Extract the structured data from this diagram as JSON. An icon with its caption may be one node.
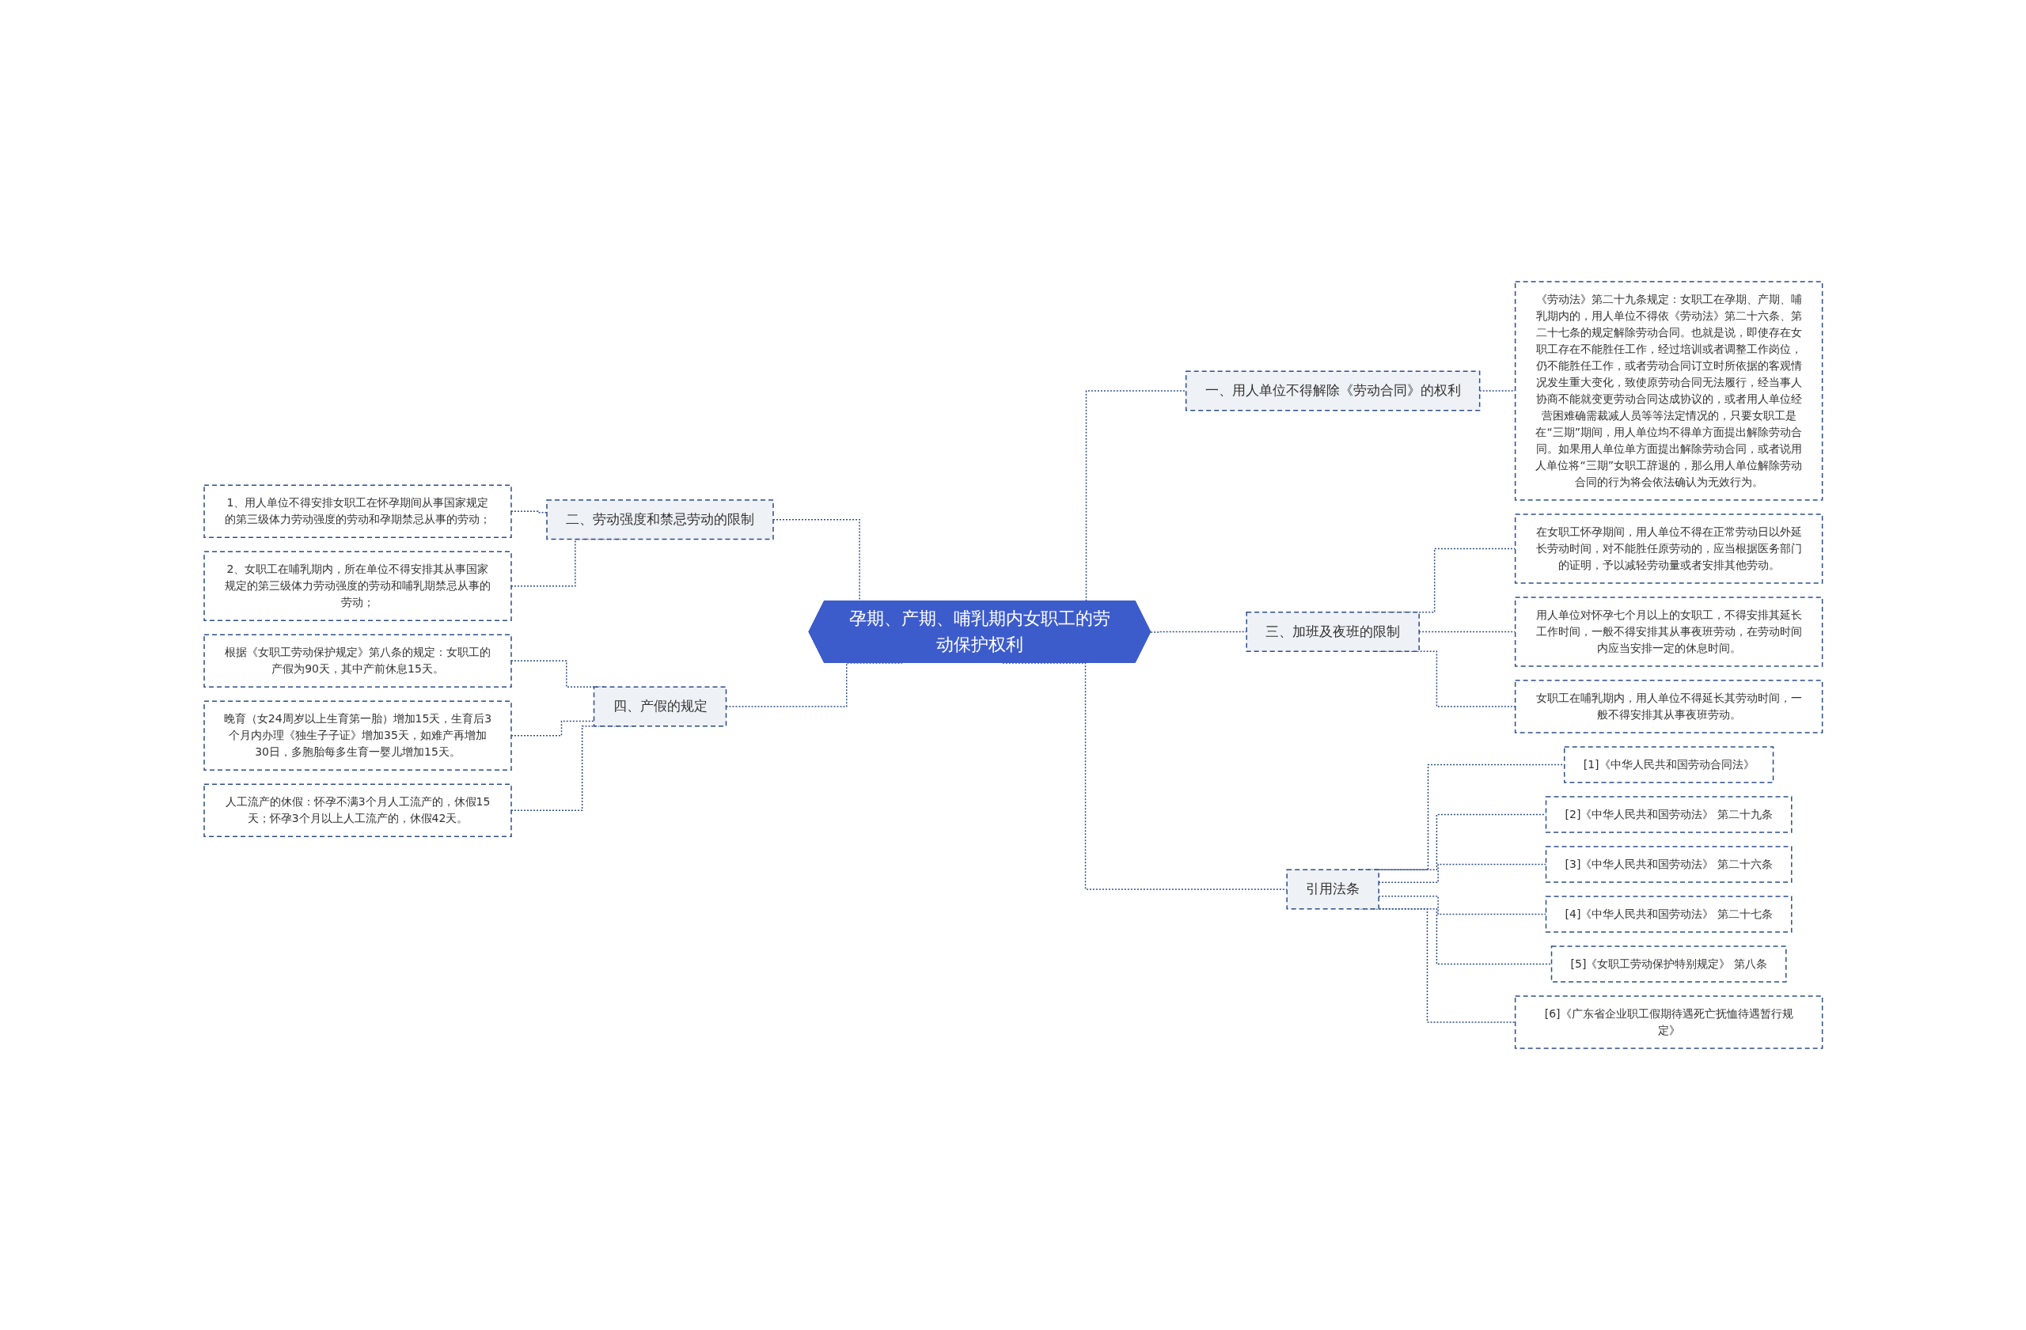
{
  "diagram": {
    "nodes": [
      {
        "text": [
          "孕期、产期、哺乳期内女职工的劳动保护权利"
        ]
      },
      {
        "text": [
          "一、用人单位不得解除《劳动合同》的权利"
        ]
      },
      {
        "text": [
          "《劳动法》第二十九条规定：女职工在孕期、产期、哺乳期内的，用人单位不得依《劳动法》第二十六条、第二十七条的规定解除劳动合同。也就是说，即使存在女职工存在不能胜任工作，经过培训或者调整工作岗位，仍不能胜任工作，或者劳动合同订立时所依据的客观情况发生重大变化，致使原劳动合同无法履行，经当事人协商不能就变更劳动合同达成协议的，或者用人单位经营困难确需裁减人员等等法定情况的，只要女职工是在“三期”期间，用人单位均不得单方面提出解除劳动合同。如果用人单位单方面提出解除劳动合同，或者说用人单位将“三期”女职工辞退的，那么用人单位解除劳动合同的行为将会依法确认为无效行为。"
        ]
      },
      {
        "text": [
          "二、劳动强度和禁忌劳动的限制"
        ]
      },
      {
        "text": [
          "1、用人单位不得安排女职工在怀孕期间从事国家规定的第三级体力劳动强度的劳动和孕期禁忌从事的劳动；"
        ]
      },
      {
        "text": [
          "2、女职工在哺乳期内，所在单位不得安排其从事国家规定的第三级体力劳动强度的劳动和哺乳期禁忌从事的劳动；"
        ]
      },
      {
        "text": [
          "三、加班及夜班的限制"
        ]
      },
      {
        "text": [
          "在女职工怀孕期间，用人单位不得在正常劳动日以外延长劳动时间，对不能胜任原劳动的，应当根据医务部门的证明，予以减轻劳动量或者安排其他劳动。"
        ]
      },
      {
        "text": [
          "用人单位对怀孕七个月以上的女职工，不得安排其延长工作时间，一般不得安排其从事夜班劳动，在劳动时间内应当安排一定的休息时间。"
        ]
      },
      {
        "text": [
          "女职工在哺乳期内，用人单位不得延长其劳动时间，一般不得安排其从事夜班劳动。"
        ]
      },
      {
        "text": [
          "四、产假的规定"
        ]
      },
      {
        "text": [
          "根据《女职工劳动保护规定》第八条的规定：女职工的产假为90天，其中产前休息15天。"
        ]
      },
      {
        "text": [
          "晚育（女24周岁以上生育第一胎）增加15天，生育后3个月内办理《独生子子证》增加35天，如难产再增加30日，多胞胎每多生育一婴儿增加15天。"
        ]
      },
      {
        "text": [
          "人工流产的休假：怀孕不满3个月人工流产的，休假15天；怀孕3个月以上人工流产的，休假42天。"
        ]
      },
      {
        "text": [
          "引用法条"
        ]
      },
      {
        "text": [
          "[1]《中华人民共和国劳动合同法》"
        ]
      },
      {
        "text": [
          "[2]《中华人民共和国劳动法》 第二十九条"
        ]
      },
      {
        "text": [
          "[3]《中华人民共和国劳动法》 第二十六条"
        ]
      },
      {
        "text": [
          "[4]《中华人民共和国劳动法》 第二十七条"
        ]
      },
      {
        "text": [
          "[5]《女职工劳动保护特别规定》 第八条"
        ]
      },
      {
        "text": [
          "[6]《广东省企业职工假期待遇死亡抚恤待遇暂行规定》"
        ]
      }
    ],
    "edges": [
      {
        "from": 0,
        "to": 1,
        "arrow": "none",
        "style": "dashed"
      },
      {
        "from": 1,
        "to": 2,
        "arrow": "none",
        "style": "dashed"
      },
      {
        "from": 4,
        "to": 3,
        "arrow": "none",
        "style": "dashed"
      },
      {
        "from": 5,
        "to": 3,
        "arrow": "none",
        "style": "dashed"
      },
      {
        "from": 3,
        "to": 0,
        "arrow": "none",
        "style": "dashed"
      },
      {
        "from": 0,
        "to": 6,
        "arrow": "none",
        "style": "dashed"
      },
      {
        "from": 6,
        "to": 7,
        "arrow": "none",
        "style": "dashed"
      },
      {
        "from": 6,
        "to": 8,
        "arrow": "none",
        "style": "dashed"
      },
      {
        "from": 6,
        "to": 9,
        "arrow": "none",
        "style": "dashed"
      },
      {
        "from": 11,
        "to": 10,
        "arrow": "none",
        "style": "dashed"
      },
      {
        "from": 12,
        "to": 10,
        "arrow": "none",
        "style": "dashed"
      },
      {
        "from": 13,
        "to": 10,
        "arrow": "none",
        "style": "dashed"
      },
      {
        "from": 10,
        "to": 0,
        "arrow": "none",
        "style": "dashed"
      },
      {
        "from": 0,
        "to": 14,
        "arrow": "none",
        "style": "dashed"
      },
      {
        "from": 14,
        "to": 15,
        "arrow": "none",
        "style": "dashed"
      },
      {
        "from": 14,
        "to": 16,
        "arrow": "none",
        "style": "dashed"
      },
      {
        "from": 14,
        "to": 17,
        "arrow": "none",
        "style": "dashed"
      },
      {
        "from": 14,
        "to": 18,
        "arrow": "none",
        "style": "dashed"
      },
      {
        "from": 14,
        "to": 19,
        "arrow": "none",
        "style": "dashed"
      },
      {
        "from": 14,
        "to": 20,
        "arrow": "none",
        "style": "dashed"
      }
    ]
  }
}
